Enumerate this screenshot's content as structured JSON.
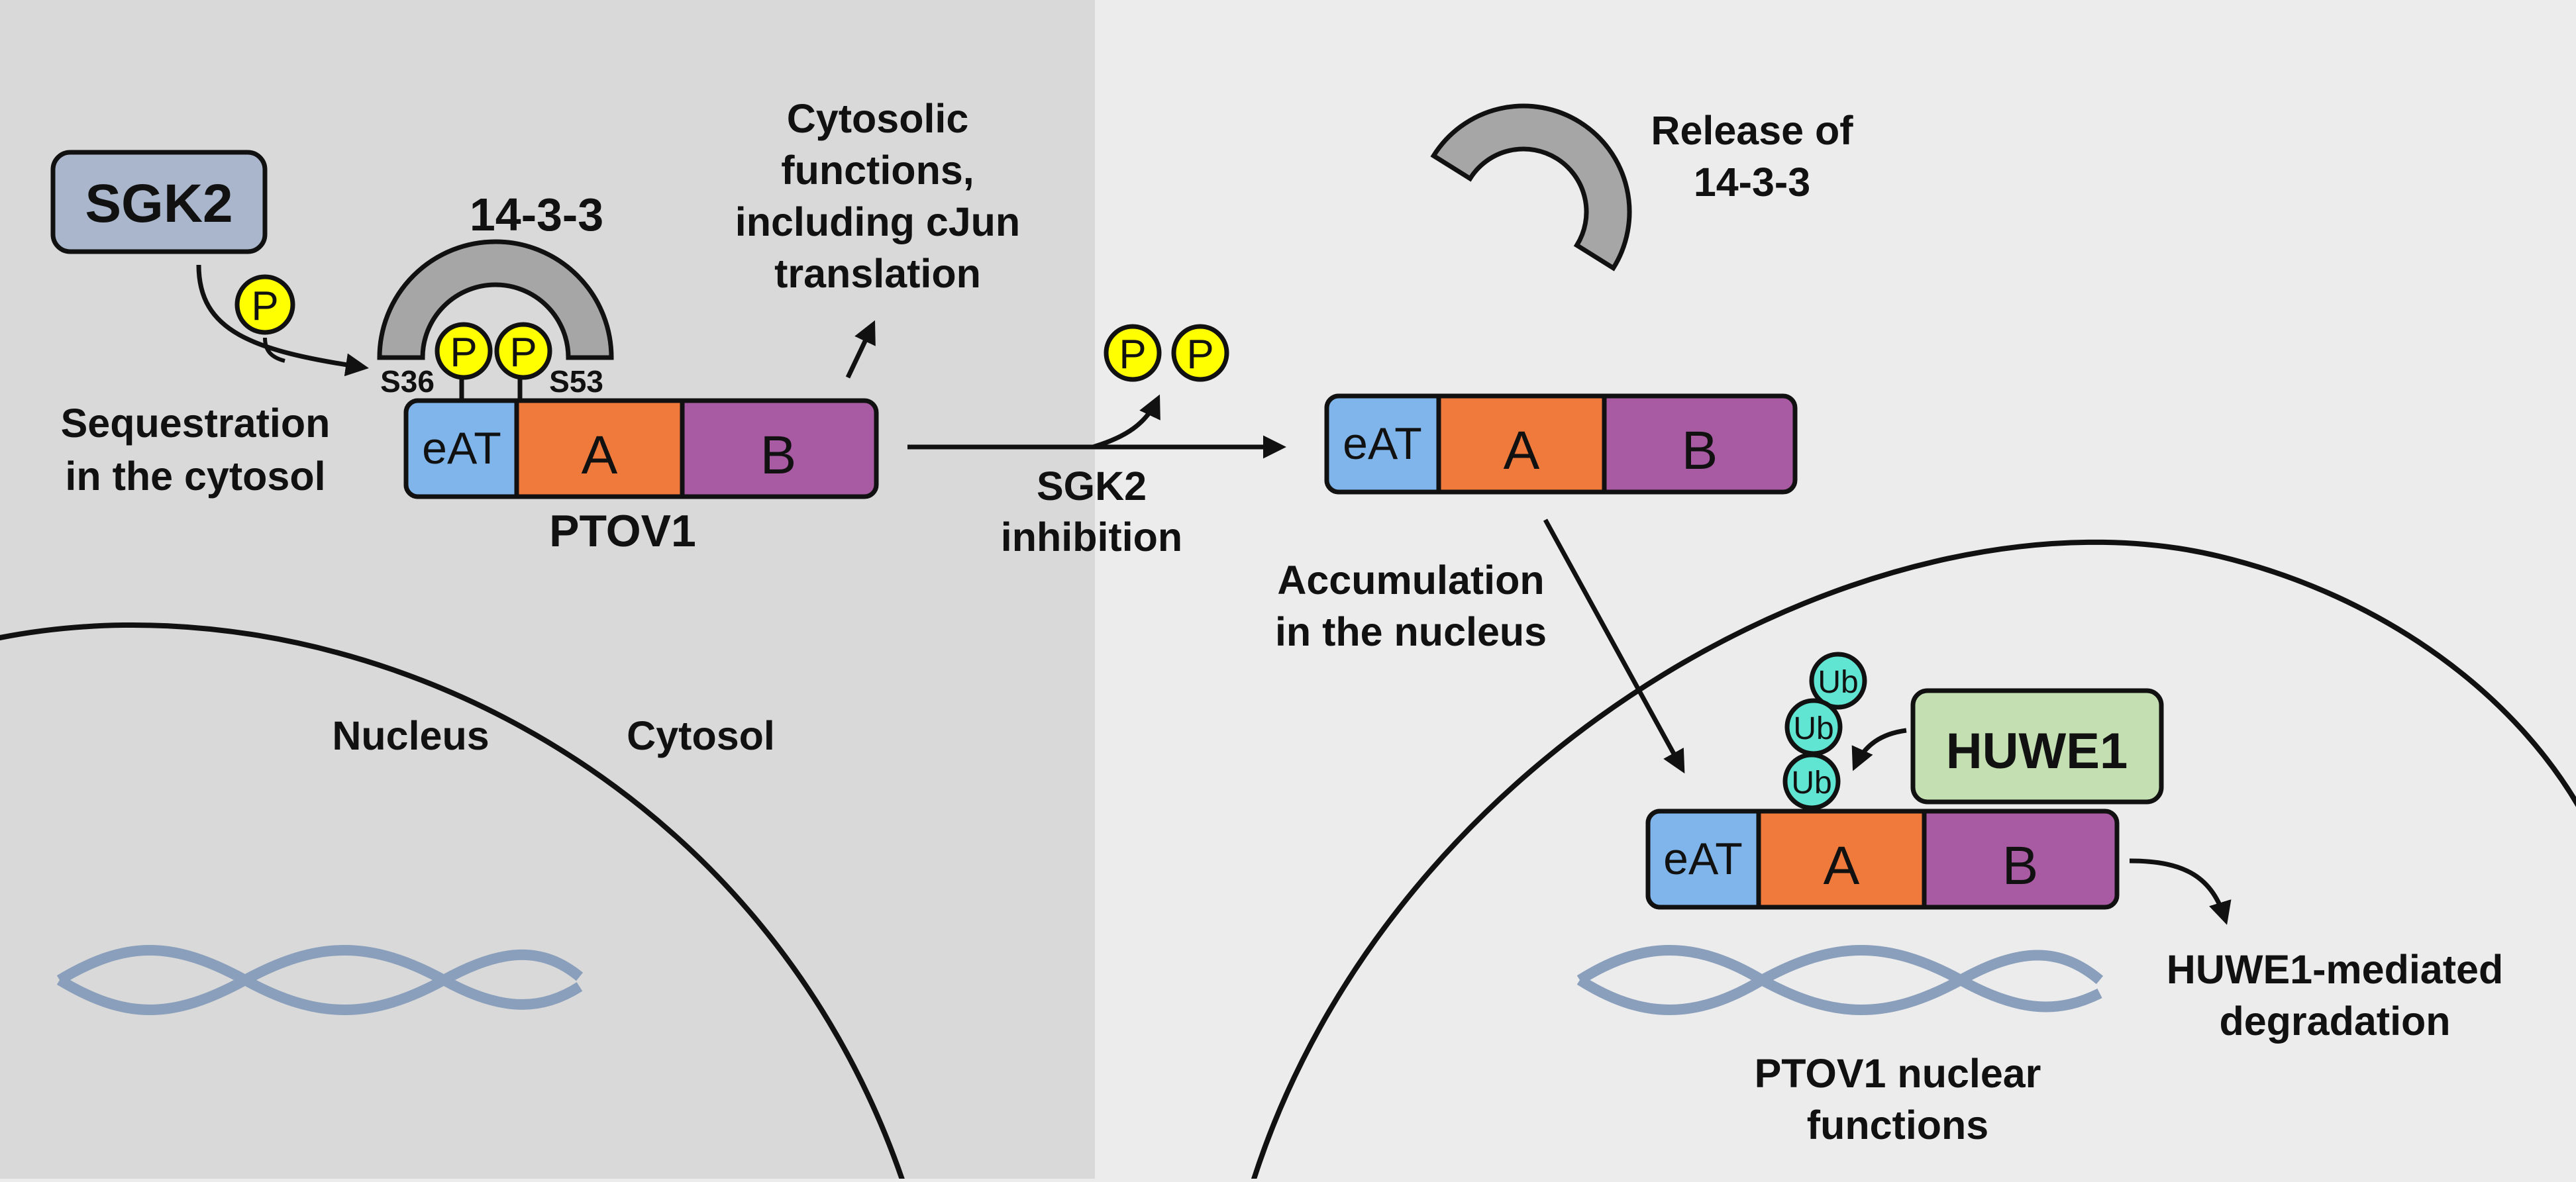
{
  "labels": {
    "sgk2_box": "SGK2",
    "p": "P",
    "fourteen33": "14-3-3",
    "s36": "S36",
    "s53": "S53",
    "sequestration_1": "Sequestration",
    "sequestration_2": "in the cytosol",
    "ptov1": "PTOV1",
    "cytosolic_1": "Cytosolic",
    "cytosolic_2": "functions,",
    "cytosolic_3": "including cJun",
    "cytosolic_4": "translation",
    "sgk2_inhibition_1": "SGK2",
    "sgk2_inhibition_2": "inhibition",
    "release_1": "Release of",
    "release_2": "14-3-3",
    "accumulation_1": "Accumulation",
    "accumulation_2": "in the nucleus",
    "nucleus": "Nucleus",
    "cytosol": "Cytosol",
    "huwe1_box": "HUWE1",
    "ub": "Ub",
    "degradation_1": "HUWE1-mediated",
    "degradation_2": "degradation",
    "nuclear_functions_1": "PTOV1 nuclear",
    "nuclear_functions_2": "functions",
    "domain_eat": "eAT",
    "domain_a": "A",
    "domain_b": "B"
  },
  "colors": {
    "left_panel": "#d9d9d9",
    "right_panel": "#ececec",
    "eat": "#7fb5ea",
    "a": "#ef7a3b",
    "b": "#a85aa2",
    "sgk2": "#a9b6cb",
    "huwe1": "#c4e0b2",
    "phospho": "#ffff00",
    "ubiquitin": "#5fe5d2",
    "fourteen33_arc": "#a6a6a6",
    "dna": "#8a9fbb"
  }
}
